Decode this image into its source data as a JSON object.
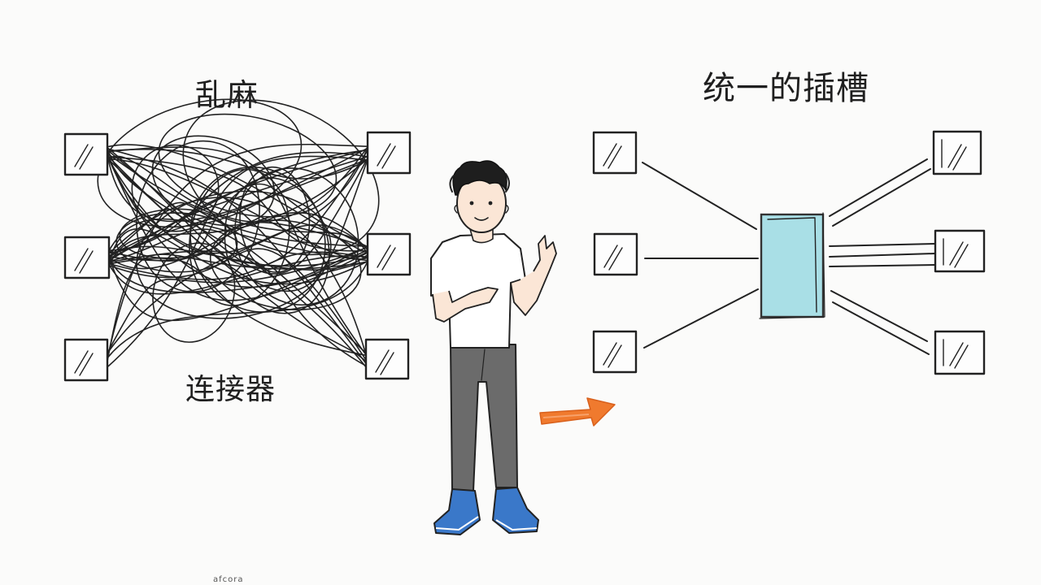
{
  "labels": {
    "tangle_title": "乱麻",
    "connectors_caption": "连接器",
    "unified_title": "统一的插槽",
    "watermark": "afcora"
  },
  "colors": {
    "ink": "#222222",
    "slot_fill": "#a9dfe6",
    "arrow": "#f07a2e",
    "shirt": "#ffffff",
    "pants": "#6b6b6b",
    "shoes": "#3a78c9",
    "skin": "#fbe6d6"
  },
  "icons": [
    "port-box-icon",
    "unified-slot-icon",
    "arrow-right-icon",
    "presenter-figure"
  ]
}
